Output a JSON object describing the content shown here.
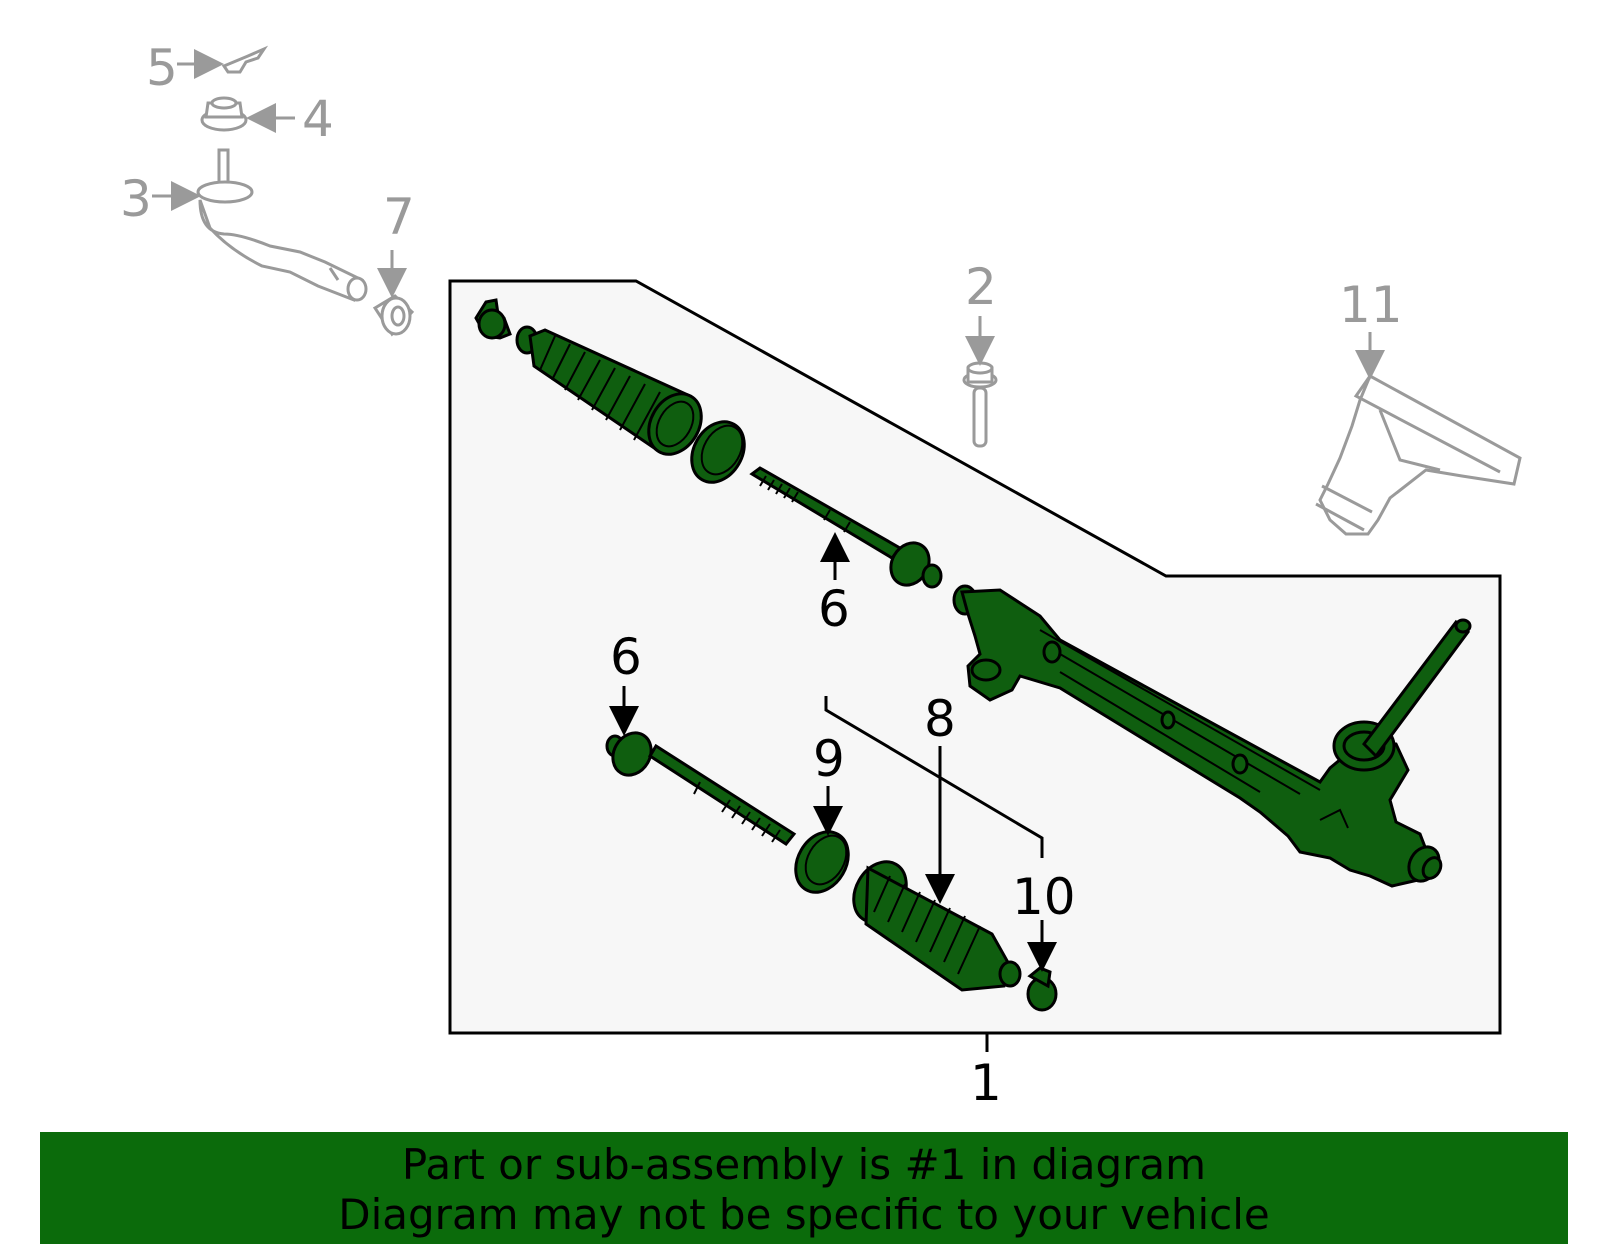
{
  "callouts": {
    "c1": "1",
    "c2": "2",
    "c3": "3",
    "c4": "4",
    "c5": "5",
    "c6a": "6",
    "c6b": "6",
    "c7": "7",
    "c8": "8",
    "c9": "9",
    "c10": "10",
    "c11": "11"
  },
  "banner": {
    "line1": "Part or sub-assembly is #1 in diagram",
    "line2": "Diagram may not be specific to your vehicle"
  },
  "colors": {
    "highlight_green": "#0f5e0f",
    "banner_green": "#0b6b0b",
    "callout_gray": "#9a9a9a"
  }
}
